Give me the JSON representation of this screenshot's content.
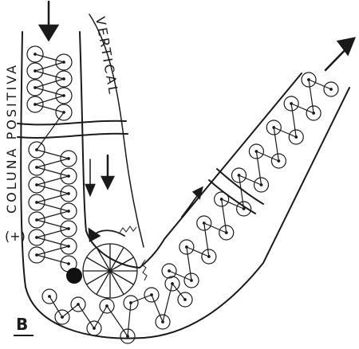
{
  "figure": {
    "letter": "B",
    "labels": {
      "vertical": "VERTICAL",
      "positive_column": "COLUNA POSITIVA",
      "sign": "(+)"
    }
  }
}
